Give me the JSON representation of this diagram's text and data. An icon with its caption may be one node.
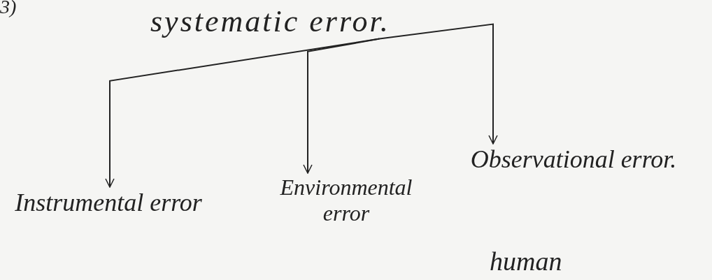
{
  "diagram": {
    "nodes": [
      {
        "text": [
          "systematic error."
        ]
      },
      {
        "text": [
          "Instrumental error"
        ]
      },
      {
        "text": [
          "Environmental error"
        ]
      },
      {
        "text": [
          "Observational error."
        ]
      }
    ],
    "edges": [
      {
        "from": 0,
        "to": 1,
        "arrow": "to"
      },
      {
        "from": 0,
        "to": 2,
        "arrow": "to"
      },
      {
        "from": 0,
        "to": 3,
        "arrow": "to"
      }
    ],
    "labels": [
      "3)",
      "human"
    ]
  }
}
